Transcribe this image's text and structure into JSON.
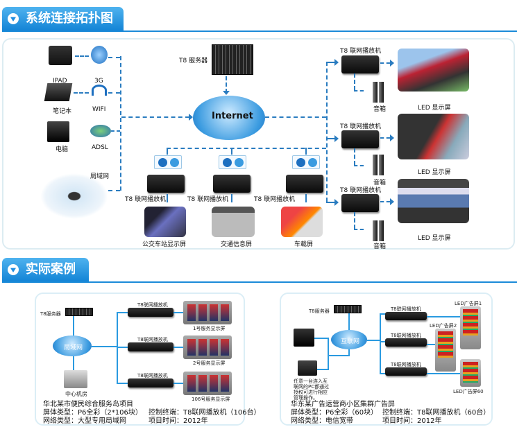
{
  "section1": {
    "title": "系统连接拓扑图"
  },
  "section2": {
    "title": "实际案例"
  },
  "topology": {
    "clients": [
      {
        "label": "IPAD"
      },
      {
        "label": "3G"
      },
      {
        "label": "笔记本"
      },
      {
        "label": "WIFI"
      },
      {
        "label": "电脑"
      },
      {
        "label": "ADSL"
      },
      {
        "label": "局域网"
      }
    ],
    "server_label": "T8 服务器",
    "cloud_label": "Internet",
    "right_branches": [
      {
        "player": "T8 联网播放机",
        "speaker": "音箱",
        "screen": "LED 显示屏"
      },
      {
        "player": "T8 联网播放机",
        "speaker": "音箱",
        "screen": "LED 显示屏"
      },
      {
        "player": "T8 联网播放机",
        "speaker": "音箱",
        "screen": "LED 显示屏"
      }
    ],
    "bottom_branches": [
      {
        "player": "T8 联网播放机",
        "screen": "公交车站显示屏"
      },
      {
        "player": "T8 联网播放机",
        "screen": "交通信息屏"
      },
      {
        "player": "T8 联网播放机",
        "screen": "车载屏"
      }
    ]
  },
  "cases": [
    {
      "server": "T8服务器",
      "cloud": "局域网",
      "pc": "中心机房",
      "players": [
        "T8联网播放机",
        "T8联网播放机",
        "T8联网播放机"
      ],
      "screens": [
        "1号服务显示屏",
        "2号服务显示屏",
        "106号服务显示屏"
      ],
      "title": "华北某市便民综合服务岛项目",
      "screen_type": "屏体类型：P6全彩（2*106块）",
      "control": "控制终端：T8联网播放机（106台）",
      "network": "网络类型：大型专用局域网",
      "time": "项目时间：2012年"
    },
    {
      "server": "T8服务器",
      "cloud": "互联网",
      "note": [
        "任意一台连入互",
        "联网的PC都通过",
        "授权可进行相应",
        "管理操作。"
      ],
      "players": [
        "T8联网播放机",
        "T8联网播放机",
        "T8联网播放机"
      ],
      "screens": [
        "LED广告屏1",
        "LED广告屏2",
        "LED广告屏60"
      ],
      "title": "华东某广告运营商小区集群广告屏",
      "screen_type": "屏体类型：P6全彩（60块）",
      "control": "控制终端：T8联网播放机（60台）",
      "network": "网络类型：电信宽带",
      "time": "项目时间：2012年"
    }
  ]
}
